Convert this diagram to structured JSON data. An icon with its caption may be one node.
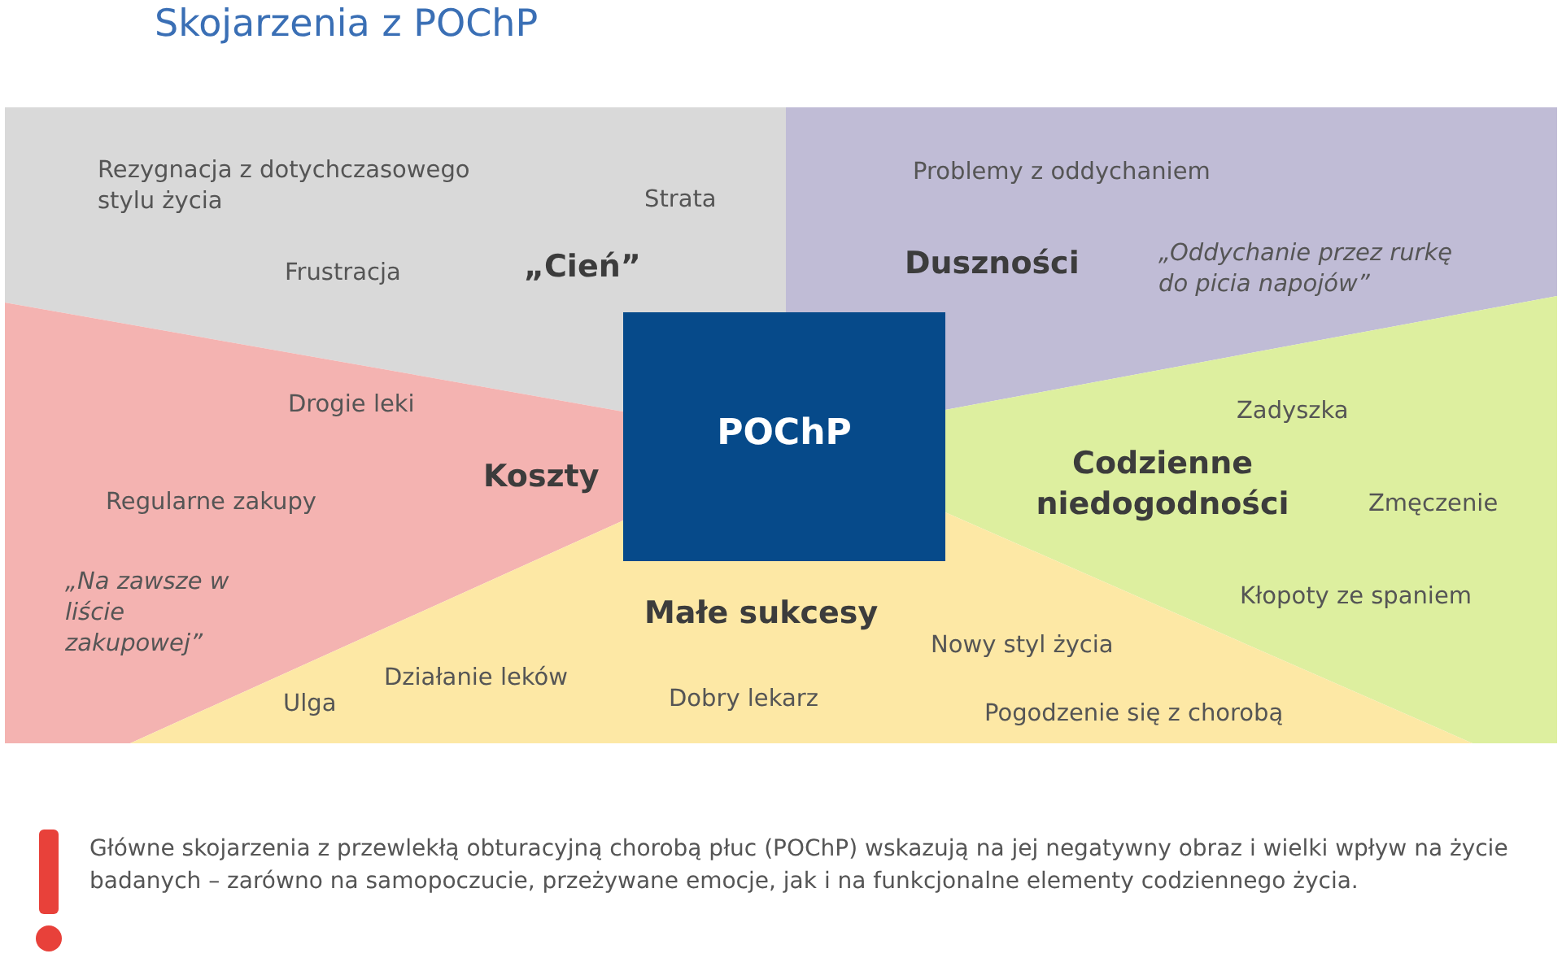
{
  "diagram": {
    "title": "Skojarzenia z POChP",
    "nodes": [
      {
        "text": [
          "Rezygnacja z dotychczasowego stylu życia",
          "Strata",
          "Frustracja",
          "„Cień”"
        ]
      },
      {
        "text": [
          "Problemy z oddychaniem",
          "Duszności",
          "„Oddychanie przez rurkę do picia napojów”"
        ]
      },
      {
        "text": [
          "POChP"
        ]
      },
      {
        "text": [
          "Drogie leki",
          "Koszty",
          "Regularne zakupy",
          "„Na zawsze w liście zakupowej”"
        ]
      },
      {
        "text": [
          "Zadyszka",
          "Codzienne niedogodności",
          "Zmęczenie",
          "Kłopoty ze spaniem"
        ]
      },
      {
        "text": [
          "Małe sukcesy",
          "Nowy styl życia",
          "Działanie leków",
          "Ulga",
          "Dobry lekarz",
          "Pogodzenie się z chorobą"
        ]
      }
    ],
    "labels": [
      "Główne skojarzenia z przewlekłą obturacyjną chorobą płuc (POChP) wskazują na jej negatywny obraz i wielki wpływ na życie badanych – zarówno na samopoczucie, przeżywane emocje, jak i na funkcjonalne elementy codziennego życia."
    ]
  }
}
